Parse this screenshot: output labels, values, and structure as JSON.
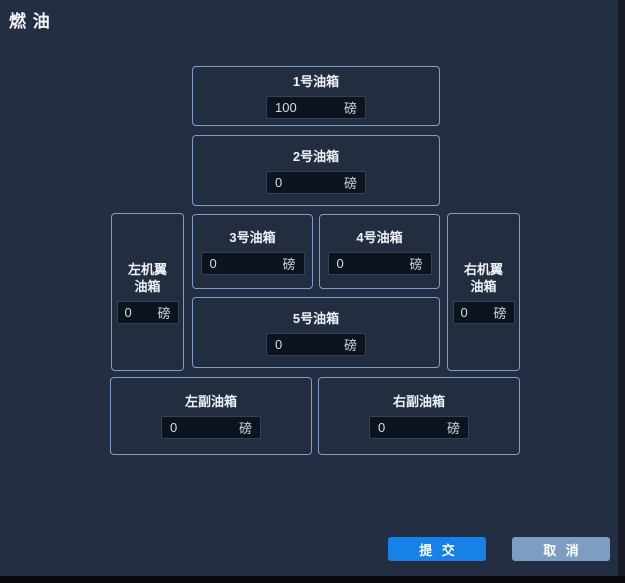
{
  "window": {
    "title": "燃 油"
  },
  "tanks": {
    "tank1": {
      "label": "1号油箱",
      "value": "100",
      "unit": "磅"
    },
    "tank2": {
      "label": "2号油箱",
      "value": "0",
      "unit": "磅"
    },
    "tank3": {
      "label": "3号油箱",
      "value": "0",
      "unit": "磅"
    },
    "tank4": {
      "label": "4号油箱",
      "value": "0",
      "unit": "磅"
    },
    "tank5": {
      "label": "5号油箱",
      "value": "0",
      "unit": "磅"
    },
    "left_wing": {
      "label_line1": "左机翼",
      "label_line2": "油箱",
      "value": "0",
      "unit": "磅"
    },
    "right_wing": {
      "label_line1": "右机翼",
      "label_line2": "油箱",
      "value": "0",
      "unit": "磅"
    },
    "left_aux": {
      "label": "左副油箱",
      "value": "0",
      "unit": "磅"
    },
    "right_aux": {
      "label": "右副油箱",
      "value": "0",
      "unit": "磅"
    }
  },
  "buttons": {
    "submit": "提 交",
    "cancel": "取 消"
  },
  "colors": {
    "background": "#242e42",
    "panel_border": "#7e9cc8",
    "input_background": "#0c1420",
    "submit_button": "#1781e8",
    "cancel_button": "#7e9dc3"
  }
}
